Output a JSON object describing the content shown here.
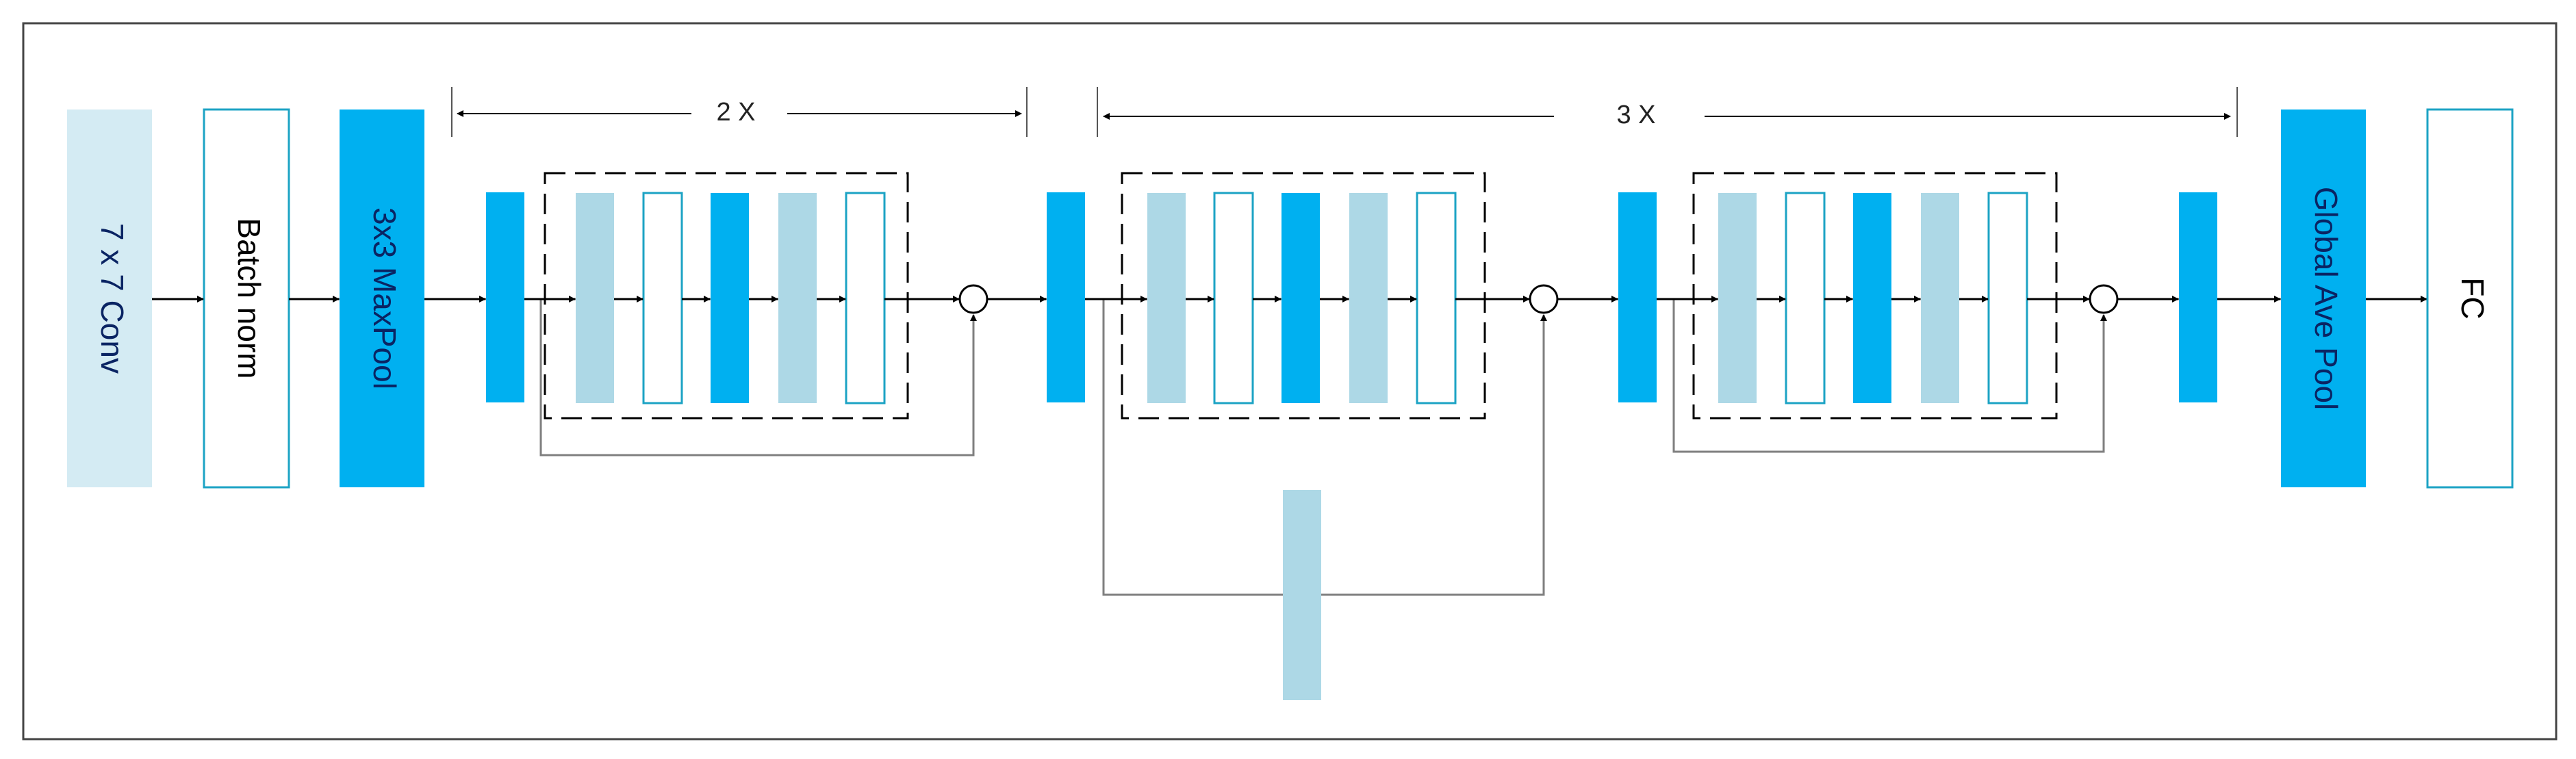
{
  "blocks": {
    "conv": "7 x 7 Conv",
    "batch_norm": "Batch norm",
    "maxpool": "3x3 MaxPool",
    "global_pool": "Global Ave Pool",
    "fc": "FC"
  },
  "repeats": {
    "group1": "2 X",
    "group2": "3 X"
  },
  "colors": {
    "light_blue": "#add8e6",
    "pale_blue": "#d4ebf3",
    "bright_blue": "#00b0f0",
    "outline_blue": "#1ca3c4",
    "conv_text": "#0a2463",
    "line": "#7f7f7f",
    "arrow": "#000000"
  }
}
